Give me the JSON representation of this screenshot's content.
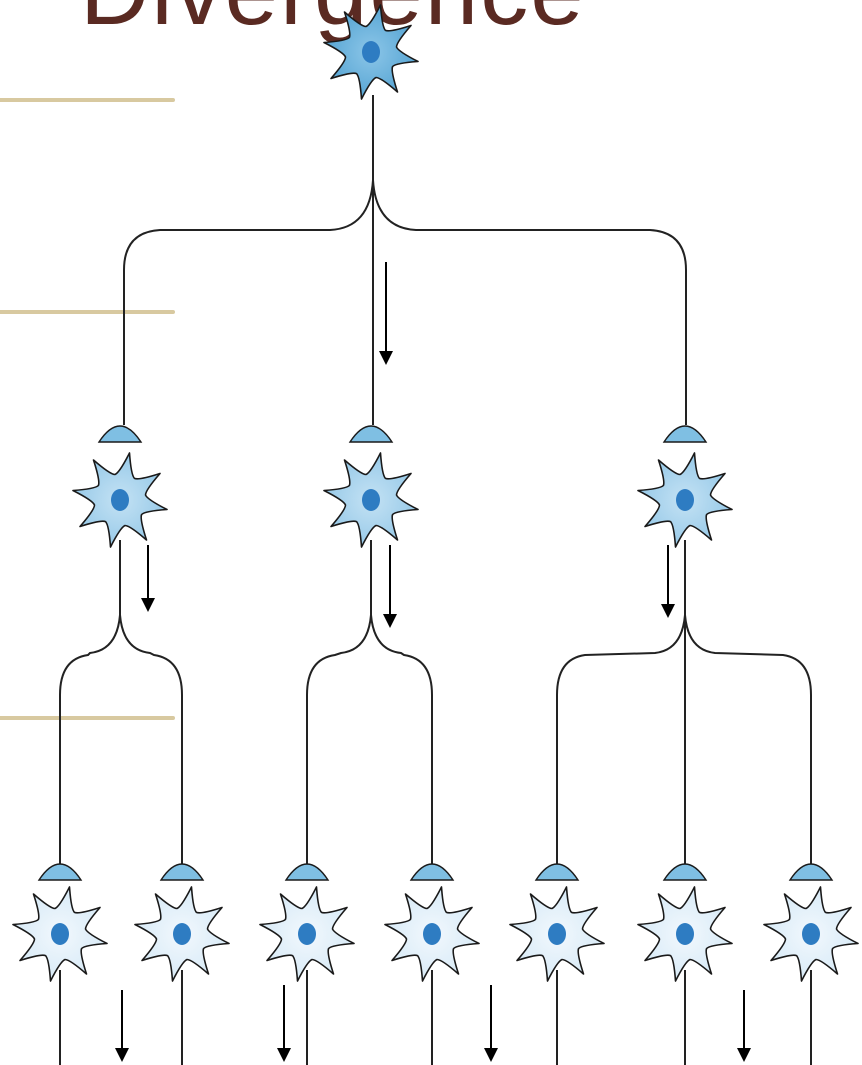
{
  "title": "Divergence",
  "colors": {
    "line": "#222222",
    "arrow": "#000000",
    "soma_top": "#5aaad6",
    "soma_mid": "#a9d3ec",
    "soma_bottom": "#e4f1fa",
    "nucleus": "#2e7cc2",
    "terminal": "#7fbfe3",
    "guide_line": "#d8c9a0"
  },
  "neurons": [
    {
      "name": "presynaptic-neuron",
      "tier": "top"
    },
    {
      "name": "second-order-neuron-1",
      "tier": "mid"
    },
    {
      "name": "second-order-neuron-2",
      "tier": "mid"
    },
    {
      "name": "second-order-neuron-3",
      "tier": "mid"
    },
    {
      "name": "third-order-neuron-1",
      "tier": "bottom"
    },
    {
      "name": "third-order-neuron-2",
      "tier": "bottom"
    },
    {
      "name": "third-order-neuron-3",
      "tier": "bottom"
    },
    {
      "name": "third-order-neuron-4",
      "tier": "bottom"
    },
    {
      "name": "third-order-neuron-5",
      "tier": "bottom"
    },
    {
      "name": "third-order-neuron-6",
      "tier": "bottom"
    },
    {
      "name": "third-order-neuron-7",
      "tier": "bottom"
    }
  ]
}
